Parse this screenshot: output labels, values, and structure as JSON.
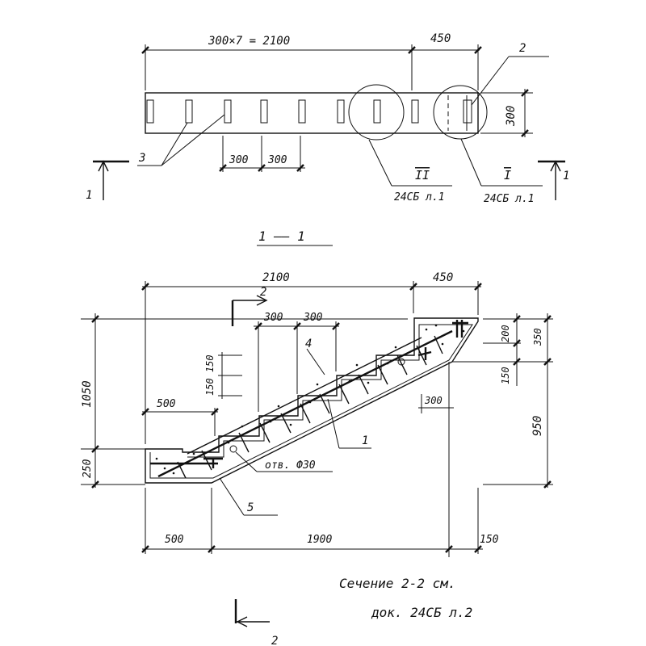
{
  "plan": {
    "dim_total": "300×7 = 2100",
    "dim_landing": "450",
    "dim_width": "300",
    "dim_step1": "300",
    "dim_step2": "300",
    "callout_2": "2",
    "callout_3": "3",
    "detail_II_roman": "II",
    "detail_II_ref": "24СБ л.1",
    "detail_I_roman": "I",
    "detail_I_ref": "24СБ л.1",
    "cut_left": "1",
    "cut_right": "1",
    "section_title": "1 —— 1"
  },
  "section": {
    "dim_run": "2100",
    "dim_landing": "450",
    "dim_tread1": "300",
    "dim_tread2": "300",
    "dim_riser": "150 150",
    "dim_height": "1050",
    "dim_base": "250",
    "dim_bottom_landing": "500",
    "dim_200": "200",
    "dim_350": "350",
    "dim_150_right": "150",
    "dim_300_inner": "300",
    "dim_950": "950",
    "dim_bottom_500": "500",
    "dim_bottom_1900": "1900",
    "dim_bottom_150": "150",
    "callout_1": "1",
    "callout_4": "4",
    "callout_5": "5",
    "hole_label": "отв. Ф30",
    "cut2_top": "2",
    "cut2_bottom": "2"
  },
  "caption": {
    "line1": "Сечение  2-2  см.",
    "line2": "док.  24СБ  л.2"
  }
}
